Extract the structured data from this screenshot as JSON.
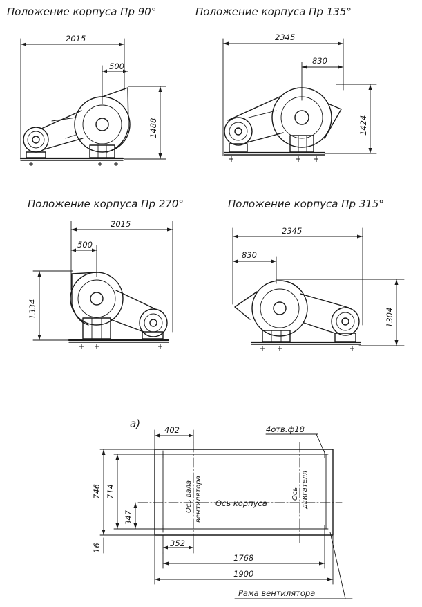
{
  "views": [
    {
      "title": "Положение корпуса Пр 90°",
      "overall_width": "2015",
      "outlet_offset": "500",
      "height": "1488"
    },
    {
      "title": "Положение корпуса Пр 135°",
      "overall_width": "2345",
      "outlet_offset": "830",
      "height": "1424"
    },
    {
      "title": "Положение корпуса Пр 270°",
      "overall_width": "2015",
      "outlet_offset": "500",
      "height": "1334"
    },
    {
      "title": "Положение корпуса Пр 315°",
      "overall_width": "2345",
      "outlet_offset": "830",
      "height": "1304"
    }
  ],
  "frame": {
    "label_a": "а)",
    "holes": "4отв.ф18",
    "dim_402": "402",
    "dim_746": "746",
    "dim_714": "714",
    "dim_347": "347",
    "dim_16": "16",
    "dim_352": "352",
    "dim_1768": "1768",
    "dim_1900": "1900",
    "axis_shaft": "Ось вала вентилятора",
    "axis_shaft_line1": "Ось вала",
    "axis_shaft_line2": "вентилятора",
    "axis_body": "Ось корпуса",
    "axis_motor_line1": "Ось",
    "axis_motor_line2": "двигателя",
    "frame_label": "Рама вентилятора"
  }
}
